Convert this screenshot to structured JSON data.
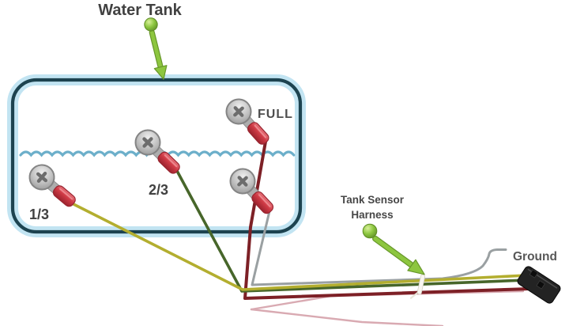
{
  "diagram": {
    "water_tank_label": "Water Tank",
    "sensor_labels": {
      "full": "FULL",
      "two_thirds": "2/3",
      "one_third": "1/3"
    },
    "harness_label": {
      "line1": "Tank Sensor",
      "line2": "Harness"
    },
    "ground_label": "Ground"
  },
  "colors": {
    "arrow_green": "#8dc63f",
    "arrow_green_dark": "#67972a",
    "tank_border": "#1d4350",
    "tank_glow": "#c2e4f2",
    "water_line": "#5fa8c6",
    "wire_yellow": "#b3ae2f",
    "wire_green": "#47662a",
    "wire_red": "#7d2026",
    "wire_gray": "#9aa0a2",
    "wire_pink": "#d9aab2",
    "crimp_red": "#cf3a45",
    "connector_black": "#232323",
    "label_text": "#414141"
  }
}
